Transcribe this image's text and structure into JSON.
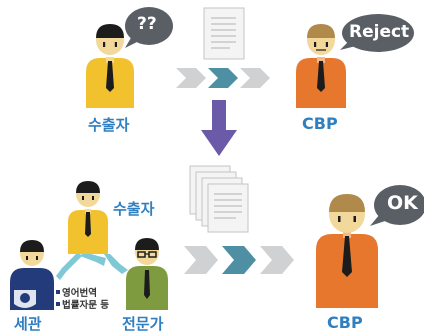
{
  "top": {
    "exporter_label": "수출자",
    "exporter_bubble": "??",
    "cbp_label": "CBP",
    "cbp_bubble": "Reject"
  },
  "bottom": {
    "exporter_label": "수출자",
    "customs_label": "세관",
    "expert_label": "전문가",
    "cbp_label": "CBP",
    "cbp_bubble": "OK",
    "services": [
      "영어번역",
      "법률자문 등"
    ]
  },
  "colors": {
    "label_blue": "#2f7fc1",
    "bubble_gray": "#5a5f66",
    "shirt_yellow": "#f2c12e",
    "shirt_orange": "#e8772e",
    "shirt_green": "#7f9b3f",
    "shirt_navy": "#233b7a",
    "arrow_purple": "#6a5aa8",
    "chevron_gray": "#cfd1d3",
    "chevron_teal": "#4f8fa3"
  }
}
